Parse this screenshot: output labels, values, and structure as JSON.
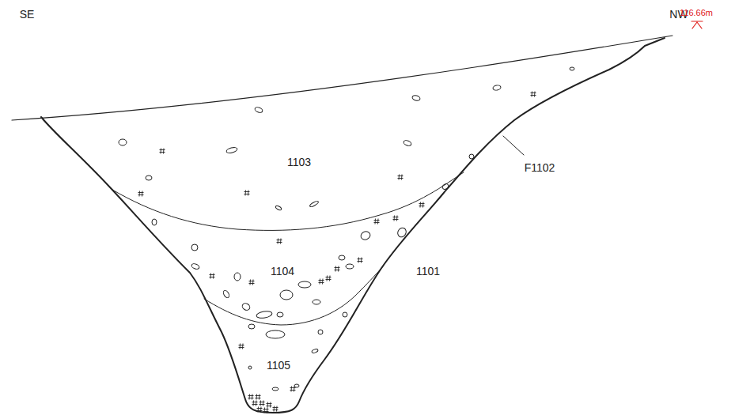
{
  "diagram": {
    "labels": [
      "SE",
      "NW",
      "116.66m",
      "1103",
      "F1102",
      "1104",
      "1101",
      "1105"
    ]
  }
}
